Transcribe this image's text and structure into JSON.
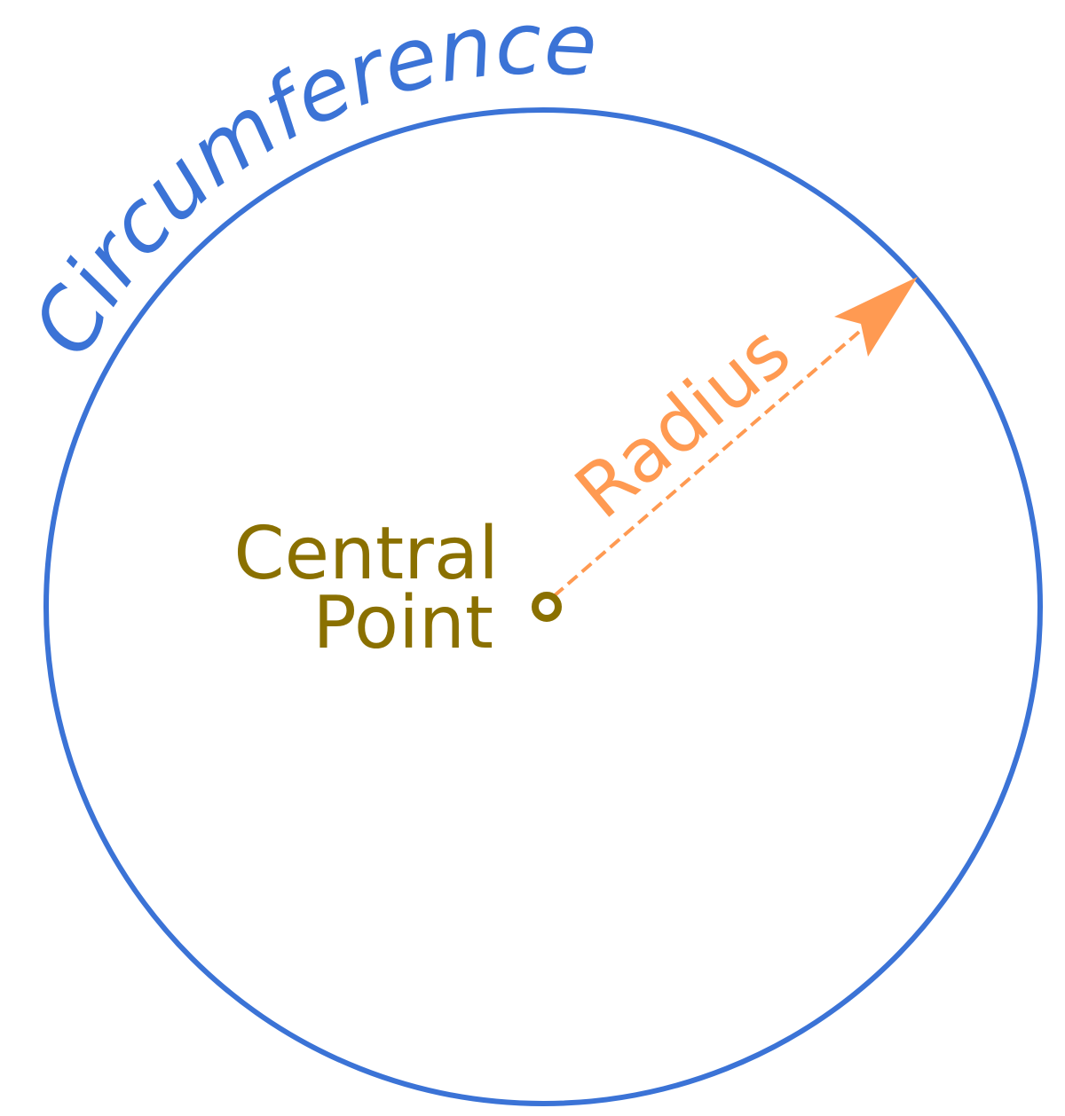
{
  "labels": {
    "circumference": "Circumference",
    "radius": "Radius",
    "central_point_line1": "Central",
    "central_point_line2": "Point"
  },
  "colors": {
    "circle": "#3b73d6",
    "radius": "#ff9a52",
    "center": "#8a7000",
    "background": "#ffffff"
  }
}
